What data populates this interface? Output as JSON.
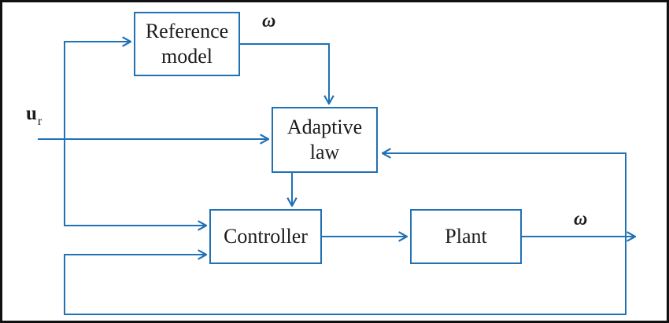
{
  "blocks": {
    "reference_model": {
      "label": "Reference model",
      "line1": "Reference",
      "line2": "model"
    },
    "adaptive_law": {
      "label": "Adaptive law",
      "line1": "Adaptive",
      "line2": "law"
    },
    "controller": {
      "label": "Controller"
    },
    "plant": {
      "label": "Plant"
    }
  },
  "signals": {
    "input": {
      "base": "u",
      "subscript": "r"
    },
    "omega_reference": "ω",
    "omega_output": "ω"
  },
  "colors": {
    "wire": "#2171b5",
    "box_border": "#2171b5",
    "frame": "#111111",
    "text": "#1c1c1c",
    "background": "#ffffff"
  }
}
